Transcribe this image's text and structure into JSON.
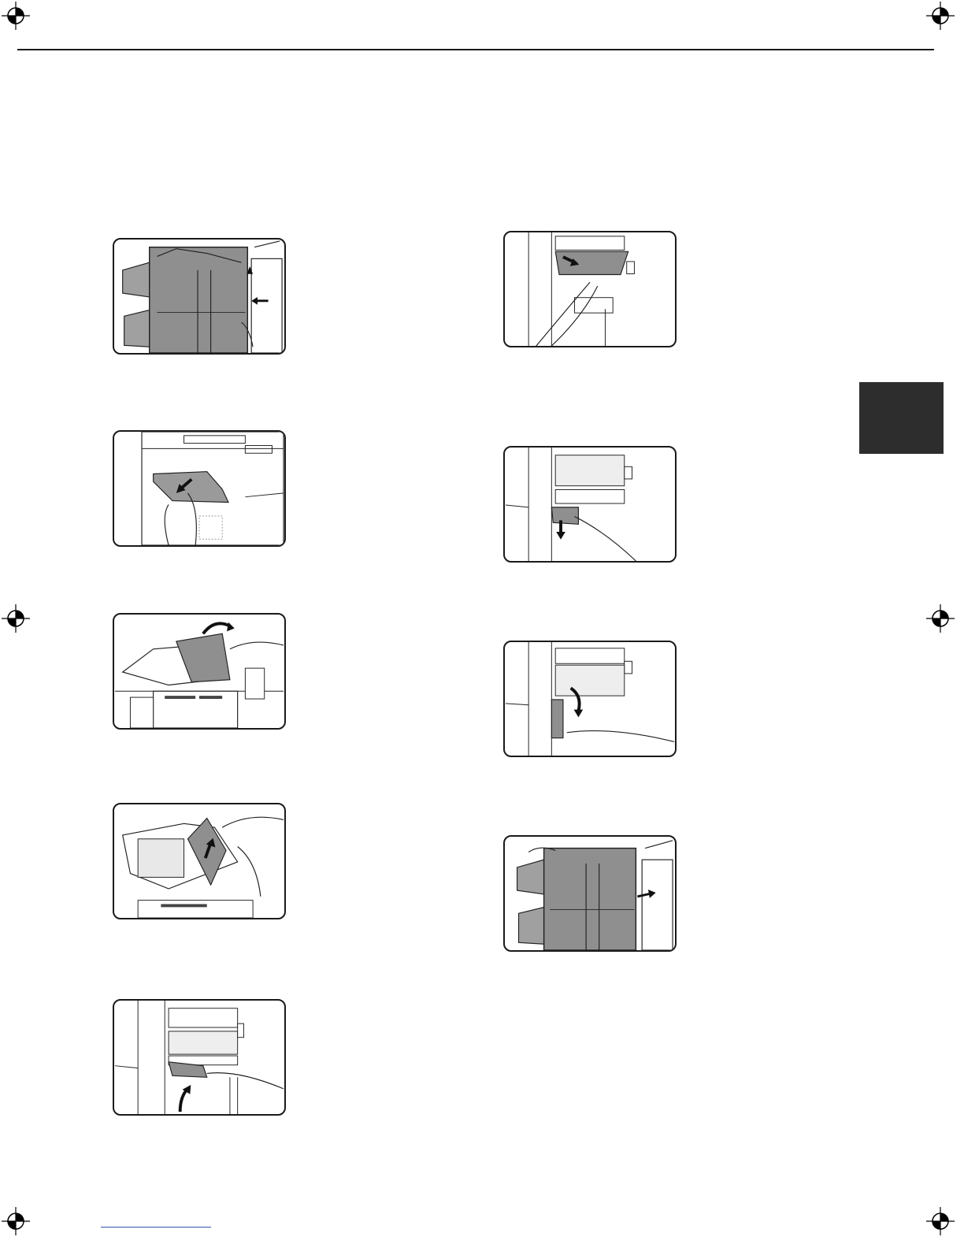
{
  "page": {
    "illustrations": [
      {
        "id": "left-1",
        "subject": "finisher-unit-closed",
        "icon": "finisher-icon"
      },
      {
        "id": "left-2",
        "subject": "paper-removal-side",
        "icon": "paper-pull-icon"
      },
      {
        "id": "left-3",
        "subject": "top-cover-opening",
        "icon": "cover-open-icon"
      },
      {
        "id": "left-4",
        "subject": "paper-removal-top",
        "icon": "paper-lift-icon"
      },
      {
        "id": "left-5",
        "subject": "lever-raise",
        "icon": "lever-up-icon"
      },
      {
        "id": "right-1",
        "subject": "paper-pull-out-tray",
        "icon": "tray-pull-icon"
      },
      {
        "id": "right-2",
        "subject": "paper-pull-down",
        "icon": "paper-down-icon"
      },
      {
        "id": "right-3",
        "subject": "guide-lower",
        "icon": "guide-down-icon"
      },
      {
        "id": "right-4",
        "subject": "finisher-unit-reattach",
        "icon": "finisher-close-icon"
      }
    ],
    "colors": {
      "ink": "#1a1a1a",
      "tab": "#2d2d2d",
      "unit_gray": "#8f8f8f"
    }
  }
}
